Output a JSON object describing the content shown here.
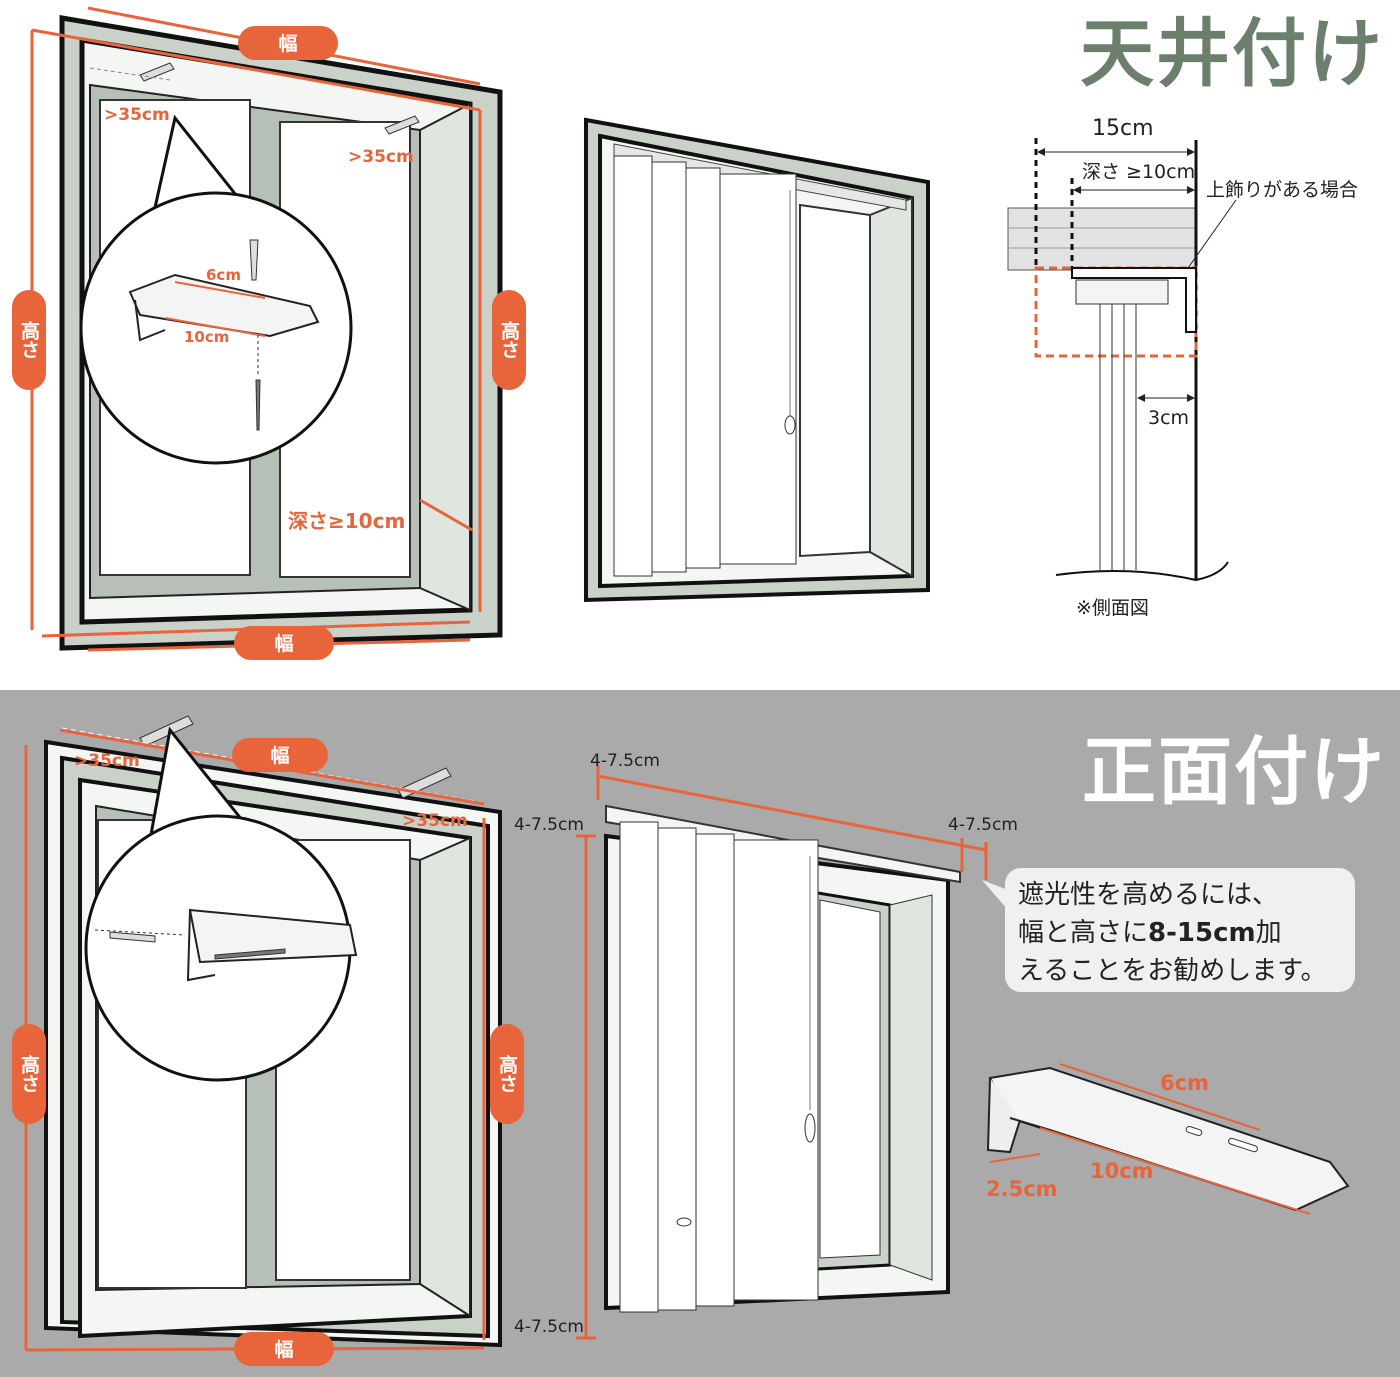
{
  "top_section": {
    "title": "天井付け",
    "width_label": "幅",
    "height_label": "高さ",
    "gap_label": ">35cm",
    "depth_label": "深さ≥10cm",
    "bracket_width_label": "6cm",
    "bracket_length_label": "10cm",
    "side_view": {
      "total_label": "15cm",
      "depth_label": "深さ ≥10cm",
      "valance_label": "上飾りがある場合",
      "gap_label": "3cm",
      "caption": "※側面図"
    }
  },
  "bottom_section": {
    "title": "正面付け",
    "width_label": "幅",
    "height_label": "高さ",
    "gap_label": ">35cm",
    "margin_label": "4-7.5cm",
    "note_line1": "遮光性を高めるには、",
    "note_line2_pre": "幅と高さに",
    "note_line2_bold": "8-15cm",
    "note_line2_post": "加",
    "note_line3": "えることをお勧めします。",
    "bracket_width_label": "6cm",
    "bracket_length_label": "10cm",
    "bracket_depth_label": "2.5cm"
  },
  "colors": {
    "accent": "#e8643a",
    "frame_gray": "#c9d1c9",
    "title_green": "#6b7f6c",
    "bottom_bg": "#aaaaaa"
  }
}
